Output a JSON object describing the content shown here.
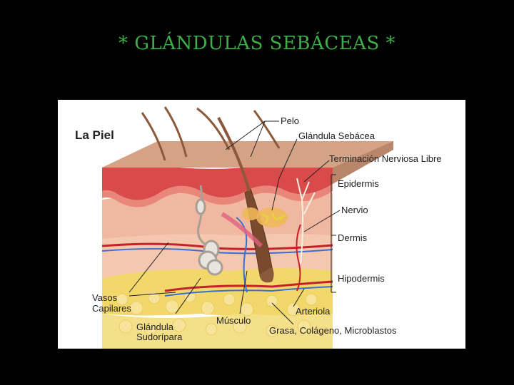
{
  "slide": {
    "title": "*  GLÁNDULAS SEBÁCEAS  *"
  },
  "diagram": {
    "heading": "La Piel",
    "labels": {
      "pelo": "Pelo",
      "glandula_sebacea": "Glándula Sebácea",
      "terminacion_nerviosa": "Terminación Nerviosa Libre",
      "epidermis": "Epidermis",
      "nervio": "Nervio",
      "dermis": "Dermis",
      "hipodermis": "Hipodermis",
      "vasos_line1": "Vasos",
      "vasos_line2": "Capilares",
      "musculo": "Músculo",
      "arteriola": "Arteriola",
      "glandula_sudoripara_line1": "Glándula",
      "glandula_sudoripara_line2": "Sudorípara",
      "grasa": "Grasa, Colágeno, Microblastos"
    }
  }
}
